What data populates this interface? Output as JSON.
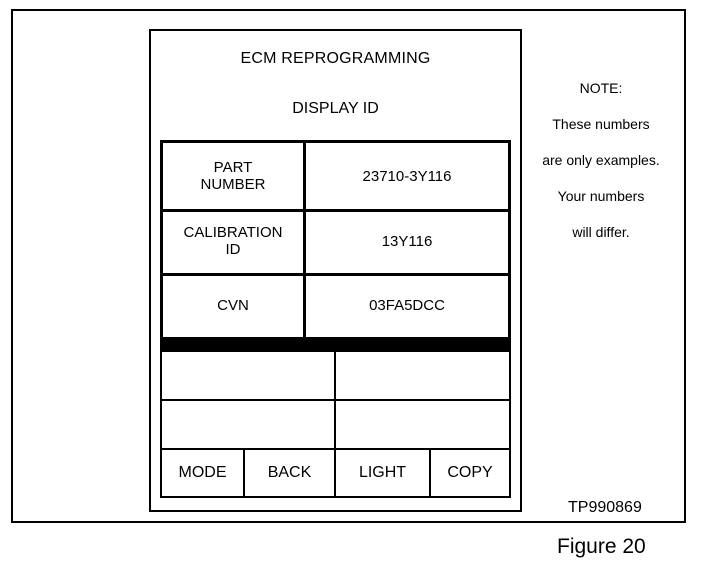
{
  "screen": {
    "title": "ECM REPROGRAMMING",
    "subtitle": "DISPLAY ID",
    "rows": [
      {
        "label": "PART\nNUMBER",
        "value": "23710-3Y116"
      },
      {
        "label": "CALIBRATION\nID",
        "value": "13Y116"
      },
      {
        "label": "CVN",
        "value": "03FA5DCC"
      }
    ],
    "function_keys": [
      "MODE",
      "BACK",
      "LIGHT",
      "COPY"
    ]
  },
  "note": {
    "heading": "NOTE:",
    "lines": [
      "These numbers",
      "are only examples.",
      "Your numbers",
      "will differ."
    ]
  },
  "figure": {
    "code": "TP990869",
    "caption": "Figure 20"
  }
}
